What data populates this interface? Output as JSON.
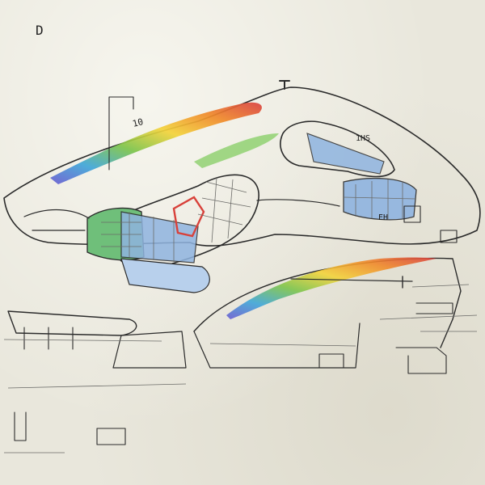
{
  "sheet": {
    "paper_color": "#e9e7dc",
    "ink_color": "#2b2b2b",
    "corner_mark": "D",
    "annotations": {
      "upper_left_code": "10",
      "upper_right_code": "1HS",
      "lower_right_code": "EH"
    }
  },
  "colors": {
    "rainbow": [
      "#d94040",
      "#f08a2a",
      "#f3d33a",
      "#7cc44a",
      "#3fa6d8",
      "#6a5bd1"
    ],
    "module_blue": "#8fb4e0",
    "module_green": "#6fbf7a",
    "accent_red": "#d8413a"
  }
}
